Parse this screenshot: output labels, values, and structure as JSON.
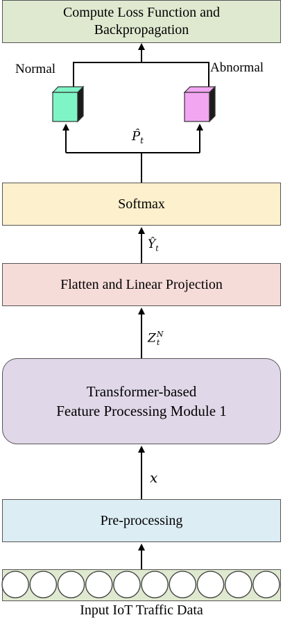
{
  "compute": {
    "line1": "Compute Loss Function and",
    "line2": "Backpropagation"
  },
  "outputs": {
    "normal": "Normal",
    "abnormal": "Abnormal",
    "normal_color": "#7ff5c6",
    "abnormal_color": "#f2a6f2"
  },
  "symbols": {
    "p_hat": "P̂",
    "p_sub": "t",
    "y_hat": "Ŷ",
    "y_sub": "t",
    "z": "Z",
    "z_sub": "t",
    "z_sup": "N",
    "x": "x"
  },
  "softmax": {
    "label": "Softmax"
  },
  "flatten": {
    "label": "Flatten and Linear Projection"
  },
  "transformer": {
    "line1": "Transformer-based",
    "line2": "Feature Processing Module 1"
  },
  "preprocess": {
    "label": "Pre-processing"
  },
  "input": {
    "label": "Input IoT Traffic Data",
    "circle_count": 10
  }
}
